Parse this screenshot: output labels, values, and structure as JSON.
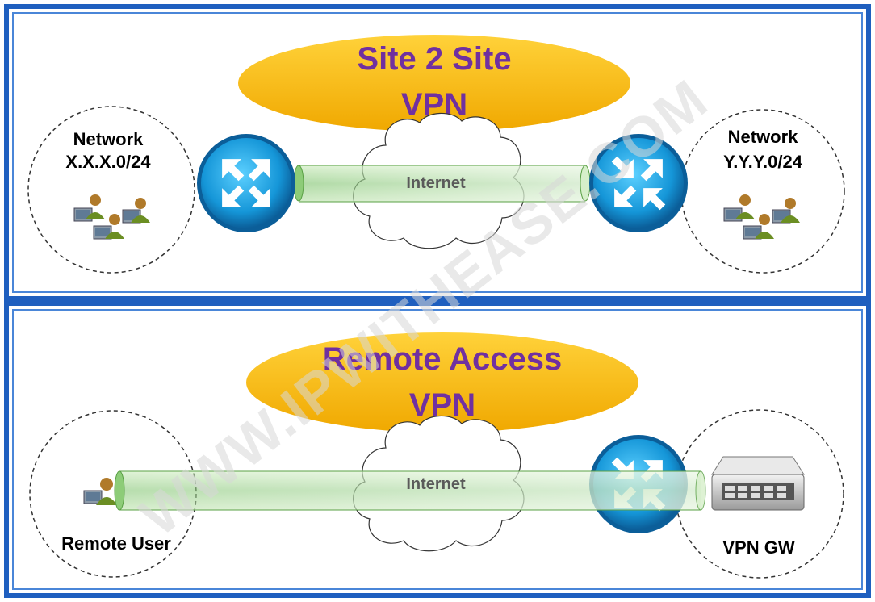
{
  "panels": {
    "site_to_site": {
      "title_line1": "Site 2 Site",
      "title_line2": "VPN",
      "left_network_line1": "Network",
      "left_network_line2": "X.X.X.0/24",
      "right_network_line1": "Network",
      "right_network_line2": "Y.Y.Y.0/24",
      "tunnel_label": "Internet"
    },
    "remote_access": {
      "title_line1": "Remote Access",
      "title_line2": "VPN",
      "left_label": "Remote User",
      "right_label": "VPN GW",
      "tunnel_label": "Internet"
    }
  },
  "watermark": "WWW.IPWITHEASE.COM",
  "colors": {
    "frame_border": "#1f5fbf",
    "title_ellipse": "#f5b800",
    "title_text": "#7030a0",
    "router": "#1ba1e2",
    "tunnel": "#7cc26a",
    "internet_text": "#5a5a5a"
  },
  "icons": [
    "router-icon",
    "users-group-icon",
    "remote-user-icon",
    "server-icon",
    "cloud-icon"
  ]
}
